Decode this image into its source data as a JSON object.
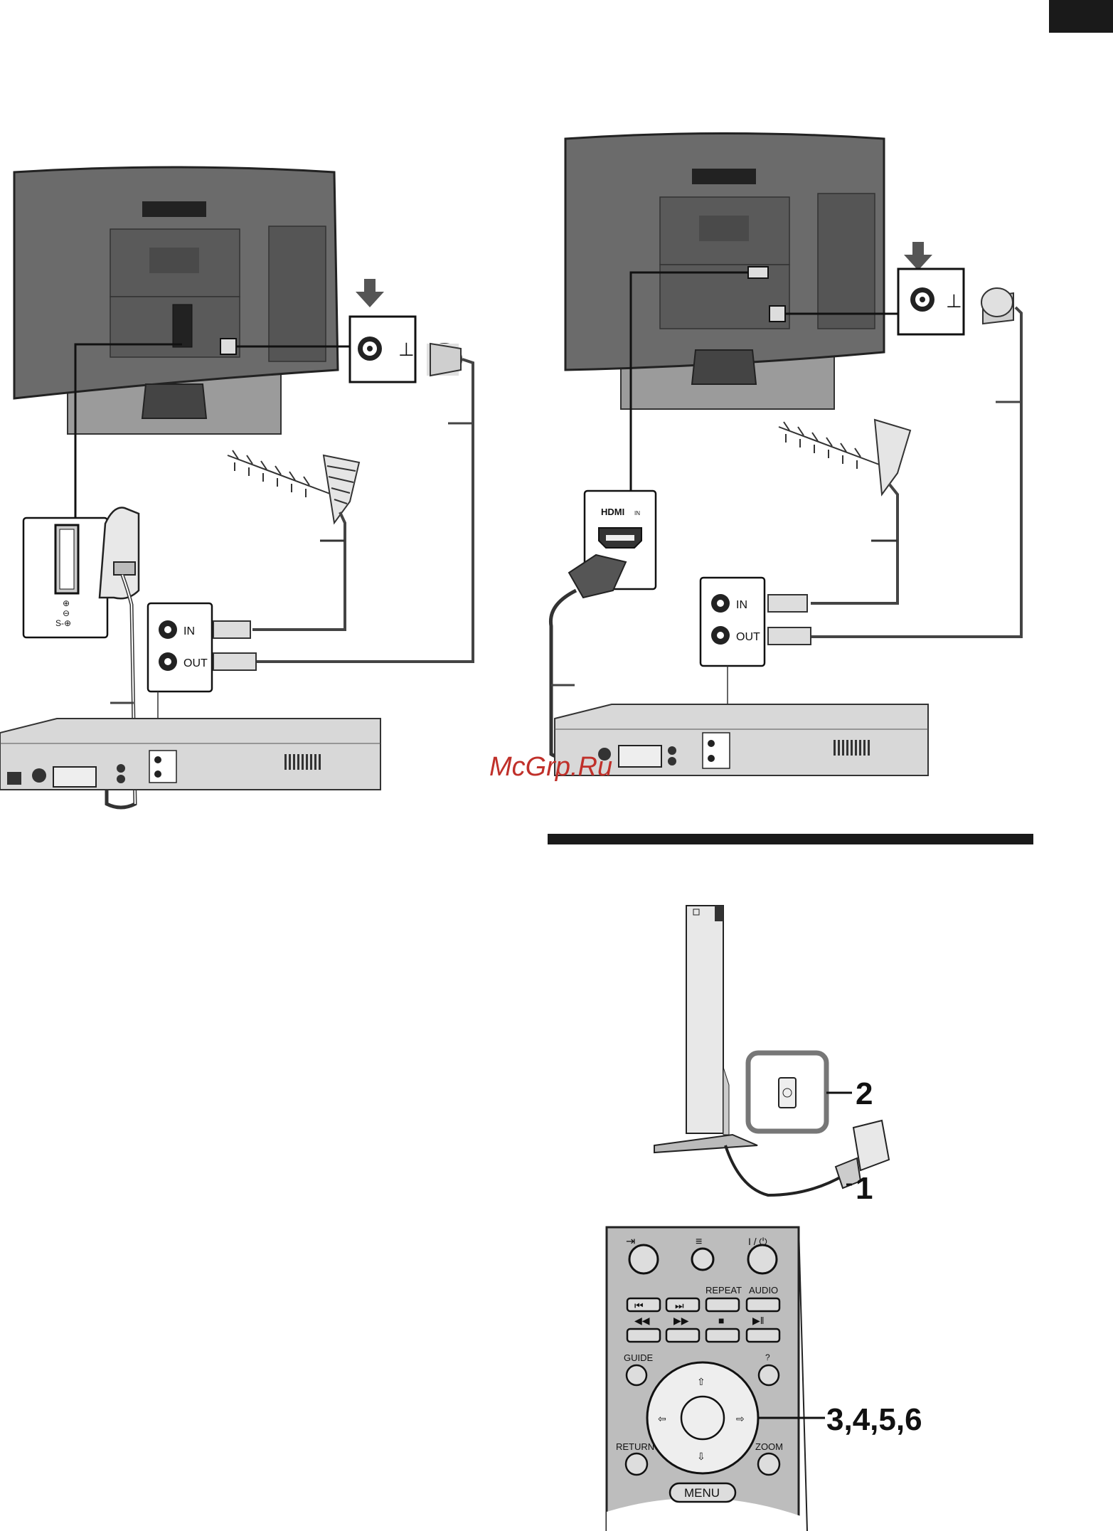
{
  "watermark": "McGrp.Ru",
  "tv_jacks": {
    "scart_icons": [
      "⊕",
      "⊖",
      "S-⊕"
    ],
    "antenna_symbol": "⊥"
  },
  "ports": {
    "in": "IN",
    "out": "OUT",
    "hdmi": "HDMI",
    "hdmi_in": "IN"
  },
  "remote": {
    "repeat": "REPEAT",
    "audio": "AUDIO",
    "guide": "GUIDE",
    "return": "RETURN",
    "zoom": "ZOOM",
    "menu": "MENU",
    "power": "I / ⏻",
    "help": "?",
    "input": "⇥",
    "teletext": "≡"
  },
  "callouts": {
    "step_1": "1",
    "step_2": "2",
    "steps_3_6": "3,4,5,6"
  },
  "colors": {
    "tv_body": "#6b6b6b",
    "tv_dark": "#555555",
    "panel_grey": "#bdbdbd",
    "recorder_grey": "#d8d8d8",
    "watermark_red": "#c0302a",
    "black": "#1a1a1a"
  }
}
